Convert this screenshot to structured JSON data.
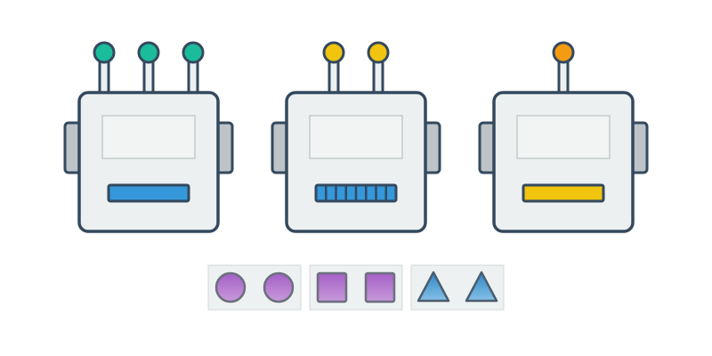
{
  "robots": [
    {
      "id": "robot-1",
      "antennas": 3,
      "antenna_color": "#1abc9c",
      "mouth": "solid-bar",
      "mouth_color": "#3498db"
    },
    {
      "id": "robot-2",
      "antennas": 2,
      "antenna_color": "#f1c40f",
      "mouth": "segmented-bar",
      "mouth_color": "#3498db",
      "mouth_segments": 8
    },
    {
      "id": "robot-3",
      "antennas": 1,
      "antenna_color": "#f39c12",
      "mouth": "solid-bar",
      "mouth_color": "#f1c40f"
    }
  ],
  "tiles": [
    {
      "id": "tile-circles",
      "shape": "circle",
      "count": 2,
      "color": "#9b59b6",
      "icon": "circle-icon"
    },
    {
      "id": "tile-squares",
      "shape": "square",
      "count": 2,
      "color": "#9b59b6",
      "icon": "square-icon"
    },
    {
      "id": "tile-triangles",
      "shape": "triangle",
      "count": 2,
      "color": "#3498db",
      "icon": "triangle-icon"
    }
  ],
  "colors": {
    "outline": "#34495e",
    "head": "#ecf0f1",
    "ear": "#bdc3c7",
    "screen_border": "#c5c9ca",
    "tile_bg": "#eef1f1",
    "tile_border": "#d5d8d8"
  }
}
